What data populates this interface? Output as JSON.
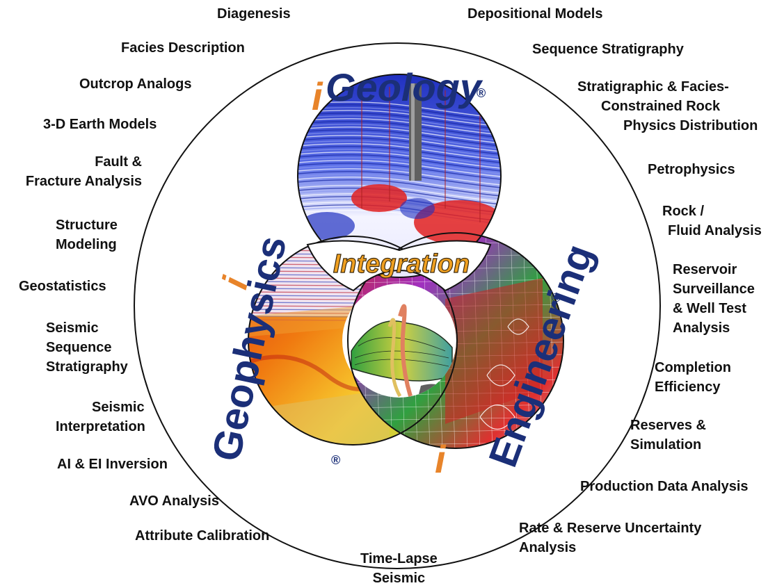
{
  "colors": {
    "brand_blue": "#1b2f78",
    "brand_orange": "#e8842a",
    "integration_orange": "#f0a020",
    "outline": "#111111"
  },
  "brands": {
    "geology": {
      "prefix": "i",
      "name": "Geology",
      "mark": "®"
    },
    "geophysics": {
      "prefix": "i",
      "name": "Geophysics",
      "mark": "®"
    },
    "engineering": {
      "prefix": "i",
      "name": "Engineering",
      "mark": "®"
    },
    "center": "Integration"
  },
  "labels": {
    "left": [
      [
        "Diagenesis"
      ],
      [
        "Facies Description"
      ],
      [
        "Outcrop Analogs"
      ],
      [
        "3-D Earth Models"
      ],
      [
        "Fault &",
        "Fracture Analysis"
      ],
      [
        "Structure",
        "Modeling"
      ],
      [
        "Geostatistics"
      ],
      [
        "Seismic",
        "Sequence",
        "Stratigraphy"
      ],
      [
        "Seismic",
        "Interpretation"
      ],
      [
        "AI & EI Inversion"
      ],
      [
        "AVO Analysis"
      ],
      [
        "Attribute Calibration"
      ]
    ],
    "bottom": [
      [
        "Time-Lapse",
        "Seismic"
      ]
    ],
    "right": [
      [
        "Depositional Models"
      ],
      [
        "Sequence Stratigraphy"
      ],
      [
        "Stratigraphic & Facies-",
        "Constrained Rock",
        "Physics Distribution"
      ],
      [
        "Petrophysics"
      ],
      [
        "Rock /",
        "Fluid Analysis"
      ],
      [
        "Reservoir",
        "Surveillance",
        "& Well Test",
        "Analysis"
      ],
      [
        "Completion",
        "Efficiency"
      ],
      [
        "Reserves &",
        "Simulation"
      ],
      [
        "Production Data Analysis"
      ],
      [
        "Rate & Reserve Uncertainty",
        "Analysis"
      ]
    ]
  }
}
